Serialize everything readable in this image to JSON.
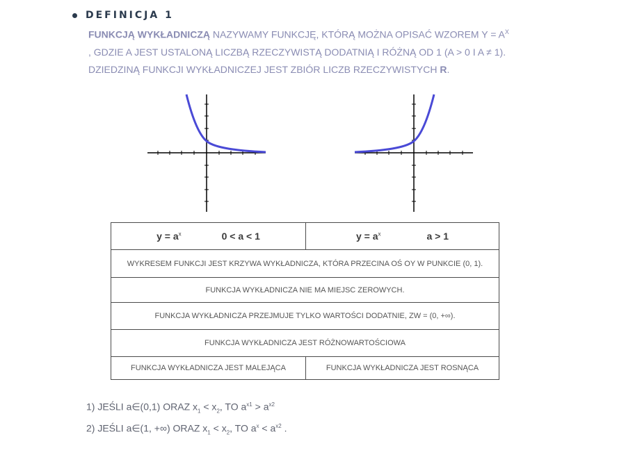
{
  "heading": "DEFINICJA 1",
  "definition": {
    "bold_lead": "FUNKCJĄ WYKŁADNICZĄ",
    "line1_rest": "NAZYWAMY FUNKCJĘ, KTÓRĄ MOŻNA OPISAĆ WZOREM y = a",
    "line1_sup": "x",
    "line2": ", GDZIE a JEST USTALONĄ LICZBĄ RZECZYWISTĄ DODATNIĄ I RÓŻNĄ OD 1 (a > 0 I a ≠ 1).",
    "line3_pre": "DZIEDZINĄ FUNKCJI WYKŁADNICZEJ JEST ZBIÓR LICZB RZECZYWISTYCH",
    "line3_bold": "R",
    "line3_post": "."
  },
  "table": {
    "left_formula": "y = a",
    "left_sup": "x",
    "left_cond": "0 < a < 1",
    "right_formula": "y = a",
    "right_sup": "x",
    "right_cond": "a > 1",
    "row1": "WYKRESEM FUNKCJI JEST KRZYWA WYKŁADNICZA, KTÓRA PRZECINA OŚ OY W PUNKCIE (0, 1).",
    "row2": "FUNKCJA WYKŁADNICZA NIE MA MIEJSC ZEROWYCH.",
    "row3": "FUNKCJA WYKŁADNICZA PRZEJMUJE TYLKO WARTOŚCI DODATNIE, ZW = (0, +∞).",
    "row4": "FUNKCJA WYKŁADNICZA JEST RÓŻNOWARTOŚCIOWA",
    "row5_left": "FUNKCJA WYKŁADNICZA JEST MALEJĄCA",
    "row5_right": "FUNKCJA WYKŁADNICZA JEST ROSNĄCA"
  },
  "conditions": {
    "c1_pre": "1)  JEŚLI a∈(0,1)  ORAZ x",
    "c1_sub1": "1",
    "c1_mid": " < x",
    "c1_sub2": "2",
    "c1_to": ",  TO a",
    "c1_sup1": "x1",
    "c1_gt": "  >  a",
    "c1_sup2": "x2",
    "c2_pre": "2)  JEŚLI a∈(1, +∞) ORAZ x",
    "c2_sub1": "1",
    "c2_mid": " < x",
    "c2_sub2": "2",
    "c2_to": ", TO a",
    "c2_sup1": "x",
    "c2_lt": "  <  a",
    "c2_sup2": "x2",
    "c2_end": " ."
  },
  "colors": {
    "curve": "#4a4ad6",
    "axis": "#000000"
  }
}
